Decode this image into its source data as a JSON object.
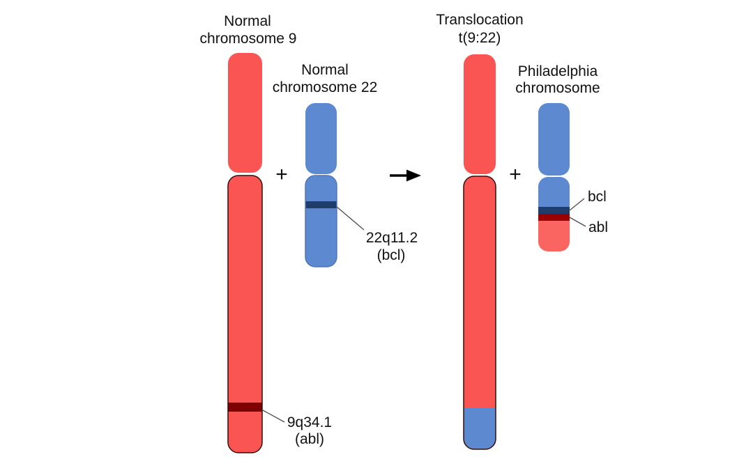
{
  "diagram": {
    "background": "#ffffff",
    "colors": {
      "red": "#fa5553",
      "red_light": "#fa6561",
      "blue": "#5c89d0",
      "abl_band": "#7e0000",
      "abl_band_phl": "#9a0000",
      "bcl_band": "#1f3d6b",
      "ink": "#111111"
    },
    "chr9": {
      "title_line1": "Normal",
      "title_line2": "chromosome 9",
      "band_label_line1": "9q34.1",
      "band_label_line2": "(abl)"
    },
    "chr22": {
      "title_line1": "Normal",
      "title_line2": "chromosome 22",
      "band_label_line1": "22q11.2",
      "band_label_line2": "(bcl)"
    },
    "translocation": {
      "title_line1": "Translocation",
      "title_line2": "t(9:22)"
    },
    "philadelphia": {
      "title_line1": "Philadelphia",
      "title_line2": "chromosome",
      "bcl_label": "bcl",
      "abl_label": "abl"
    },
    "operators": {
      "plus_left": "+",
      "plus_right": "+"
    }
  }
}
